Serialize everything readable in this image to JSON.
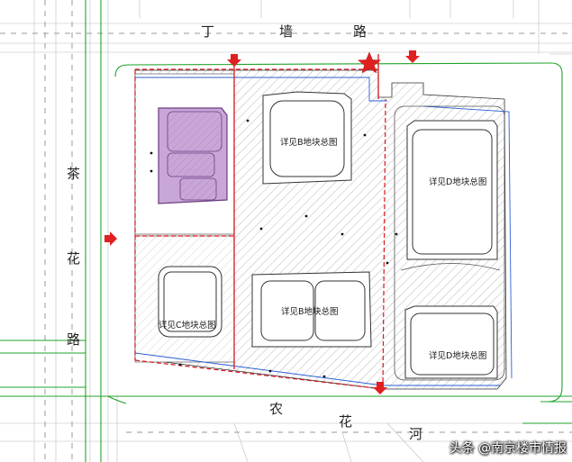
{
  "roads": {
    "north": [
      "丁",
      "墙",
      "路"
    ],
    "west": [
      "茶",
      "花",
      "路"
    ],
    "south": [
      "农",
      "花"
    ],
    "river_fragment": "河"
  },
  "plots": {
    "b_top": "详见B地块总图",
    "b_bottom": "详见B地块总图",
    "c": "详见C地块总图",
    "d_top": "详见D地块总图",
    "d_bottom": "详见D地块总图"
  },
  "watermark": "头条 @南京楼市情报",
  "colors": {
    "site_boundary": "#d9141a",
    "green_belt": "#21a32a",
    "highlight_building": "#c9a6d8",
    "highlight_outline": "#7a4a90",
    "blue_line": "#2a5fd6",
    "hatch": "#8c8c8c",
    "star": "#e02020"
  },
  "icons": {
    "star": "star-icon",
    "arrow": "entrance-arrow-icon"
  }
}
